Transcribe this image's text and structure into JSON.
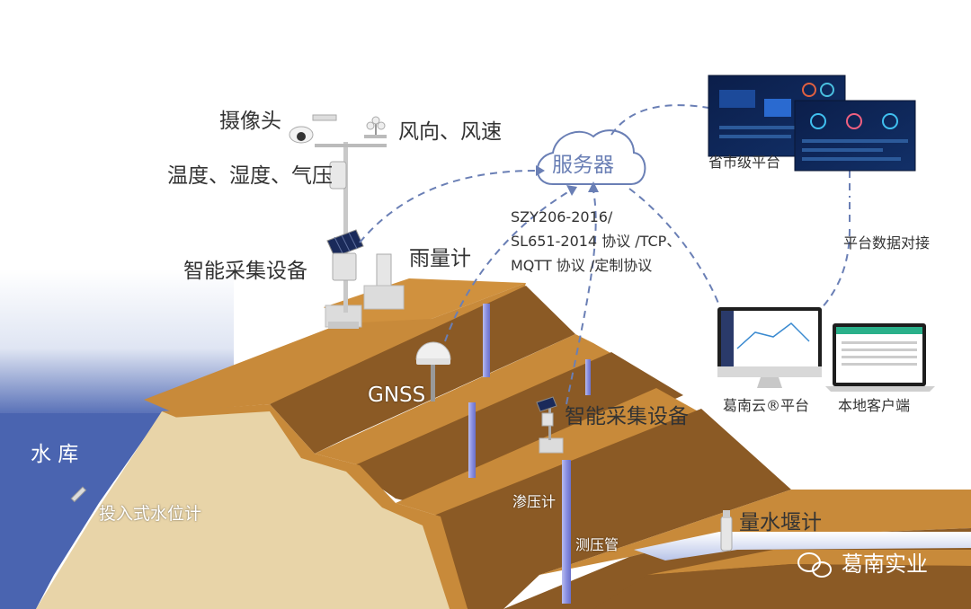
{
  "labels": {
    "camera": "摄像头",
    "wind": "风向、风速",
    "temp_humidity_pressure": "温度、湿度、气压",
    "collector_top": "智能采集设备",
    "rain_gauge": "雨量计",
    "server": "服务器",
    "protocols": [
      "SZY206-2016/",
      "SL651-2014 协议 /TCP、",
      "MQTT 协议 /定制协议"
    ],
    "provincial_platform": "省市级平台",
    "platform_docking": "平台数据对接",
    "gnss": "GNSS",
    "collector_mid": "智能采集设备",
    "reservoir": "水 库",
    "level_meter": "投入式水位计",
    "seepage_meter": "渗压计",
    "piezometer_tube": "测压管",
    "weir_meter": "量水堰计",
    "genan_cloud": "葛南云®平台",
    "local_client": "本地客户端",
    "watermark": "葛南实业"
  },
  "icons": {
    "cloud": "cloud-icon",
    "wechat": "wechat-icon",
    "camera": "camera-icon",
    "solar_panel": "solar-panel-icon",
    "gnss_antenna": "gnss-antenna-icon",
    "monitor": "monitor-icon",
    "laptop": "laptop-icon"
  },
  "colors": {
    "dam_top": "#c88a3a",
    "dam_face": "#8b5a25",
    "dam_core": "#e8d4a8",
    "water": "#4a64b0",
    "link_dash": "#6a7fb5",
    "pipe": "#8a8fd8"
  }
}
